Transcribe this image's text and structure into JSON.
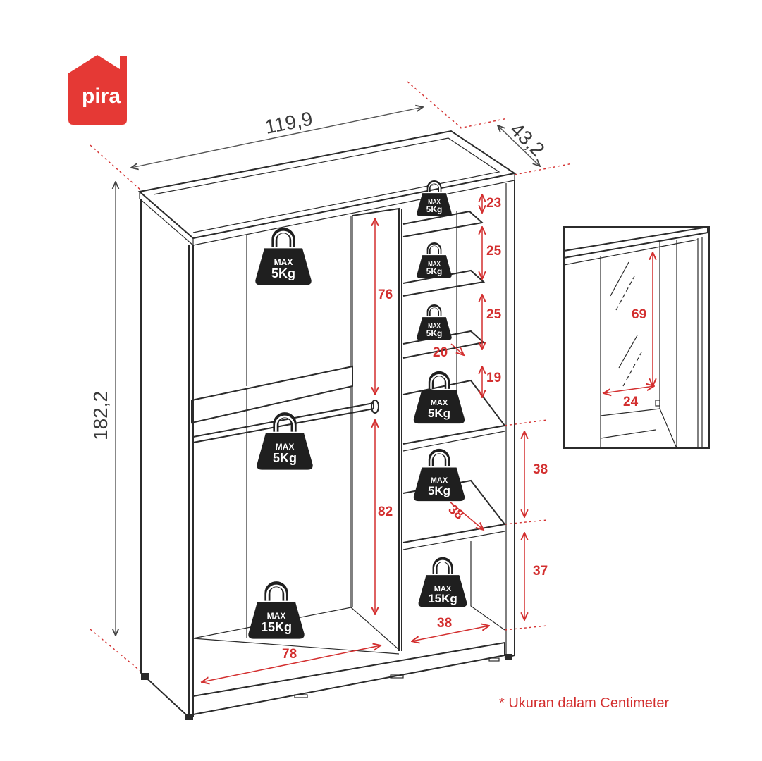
{
  "brand": {
    "name": "pira",
    "color": "#e53935"
  },
  "colors": {
    "dimension_red": "#d32f2f",
    "line": "#2b2b2b"
  },
  "overall": {
    "width": "119,9",
    "depth": "43,2",
    "height": "182,2"
  },
  "left_section": {
    "upper_height": "76",
    "lower_height": "82",
    "bottom_width": "78"
  },
  "right_section": {
    "shelf_gaps": [
      "23",
      "25",
      "25",
      "19"
    ],
    "shelf_depth_small": "20",
    "lower_gaps": [
      "38",
      "37"
    ],
    "lower_depth": "38",
    "bottom_width": "38"
  },
  "mirror_detail": {
    "height": "69",
    "width": "24"
  },
  "weights": [
    {
      "max": "MAX",
      "value": "5Kg"
    },
    {
      "max": "MAX",
      "value": "5Kg"
    },
    {
      "max": "MAX",
      "value": "15Kg"
    },
    {
      "max": "MAX",
      "value": "5Kg"
    },
    {
      "max": "MAX",
      "value": "5Kg"
    },
    {
      "max": "MAX",
      "value": "5Kg"
    },
    {
      "max": "MAX",
      "value": "5Kg"
    },
    {
      "max": "MAX",
      "value": "5Kg"
    },
    {
      "max": "MAX",
      "value": "15Kg"
    }
  ],
  "icons": [
    "weight-icon",
    "house-logo-icon"
  ],
  "footnote": "* Ukuran dalam Centimeter"
}
